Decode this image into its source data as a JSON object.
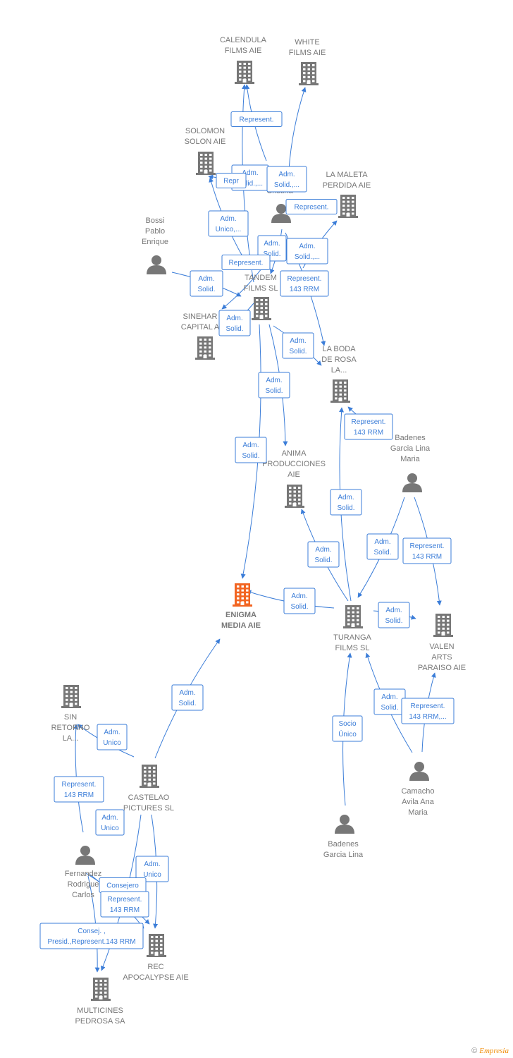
{
  "colors": {
    "edge": "#3b7dd8",
    "node": "#777777",
    "focus": "#f26522"
  },
  "nodes": [
    {
      "id": "calendula",
      "type": "company",
      "label": [
        "CALENDULA",
        "FILMS  AIE"
      ],
      "icon": "building-icon"
    },
    {
      "id": "white",
      "type": "company",
      "label": [
        "WHITE",
        "FILMS AIE"
      ],
      "icon": "building-icon"
    },
    {
      "id": "solomon",
      "type": "company",
      "label": [
        "SOLOMON",
        "SOLON AIE"
      ],
      "icon": "building-icon"
    },
    {
      "id": "cristina",
      "type": "person",
      "label": [
        "Cristina"
      ],
      "icon": "person-icon"
    },
    {
      "id": "maleta",
      "type": "company",
      "label": [
        "LA MALETA",
        "PERDIDA AIE"
      ],
      "icon": "building-icon"
    },
    {
      "id": "bossi",
      "type": "person",
      "label": [
        "Bossi",
        "Pablo",
        "Enrique"
      ],
      "icon": "person-icon"
    },
    {
      "id": "tandem",
      "type": "company",
      "label": [
        "TANDEM",
        "FILMS  SL"
      ],
      "icon": "building-icon"
    },
    {
      "id": "sinehar",
      "type": "company",
      "label": [
        "SINEHAR",
        "CAPITAL A"
      ],
      "icon": "building-icon"
    },
    {
      "id": "laboda",
      "type": "company",
      "label": [
        "LA BODA",
        "DE ROSA",
        "LA..."
      ],
      "icon": "building-icon"
    },
    {
      "id": "badenes_m",
      "type": "person",
      "label": [
        "Badenes",
        "Garcia Lina",
        "Maria"
      ],
      "icon": "person-icon"
    },
    {
      "id": "anima",
      "type": "company",
      "label": [
        "ANIMA",
        "PRODUCCIONES",
        "AIE"
      ],
      "icon": "building-icon"
    },
    {
      "id": "enigma",
      "type": "focus",
      "label": [
        "ENIGMA",
        "MEDIA  AIE"
      ],
      "icon": "building-icon"
    },
    {
      "id": "turanga",
      "type": "company",
      "label": [
        "TURANGA",
        "FILMS SL"
      ],
      "icon": "building-icon"
    },
    {
      "id": "valen",
      "type": "company",
      "label": [
        "VALEN",
        "ARTS",
        "PARAISO AIE"
      ],
      "icon": "building-icon"
    },
    {
      "id": "sinretorno",
      "type": "company",
      "label": [
        "SIN",
        "RETORNO",
        "LA..."
      ],
      "icon": "building-icon"
    },
    {
      "id": "castelao",
      "type": "company",
      "label": [
        "CASTELAO",
        "PICTURES  SL"
      ],
      "icon": "building-icon"
    },
    {
      "id": "camacho",
      "type": "person",
      "label": [
        "Camacho",
        "Avila Ana",
        "Maria"
      ],
      "icon": "person-icon"
    },
    {
      "id": "badenes_l",
      "type": "person",
      "label": [
        "Badenes",
        "Garcia Lina"
      ],
      "icon": "person-icon"
    },
    {
      "id": "fernandez",
      "type": "person",
      "label": [
        "Fernandez",
        "Rodrigue",
        "Carlos"
      ],
      "icon": "person-icon"
    },
    {
      "id": "rec",
      "type": "company",
      "label": [
        "REC",
        "APOCALYPSE AIE"
      ],
      "icon": "building-icon"
    },
    {
      "id": "multicines",
      "type": "company",
      "label": [
        "MULTICINES",
        "PEDROSA SA"
      ],
      "icon": "building-icon"
    }
  ],
  "edges": [
    {
      "from": "cristina",
      "to": "calendula",
      "label": [
        "Represent."
      ]
    },
    {
      "from": "tandem",
      "to": "calendula",
      "label": [
        "Adm.",
        "Solid.,..."
      ]
    },
    {
      "from": "cristina",
      "to": "white",
      "label": [
        "Adm.",
        "Solid.,..."
      ]
    },
    {
      "from": "cristina",
      "to": "solomon",
      "label": [
        "Repr"
      ]
    },
    {
      "from": "tandem",
      "to": "solomon",
      "label": [
        "Adm.",
        "Unico,..."
      ]
    },
    {
      "from": "cristina",
      "to": "maleta",
      "label": [
        "Represent."
      ]
    },
    {
      "from": "tandem",
      "to": "maleta",
      "label": [
        "Adm.",
        "Solid.,..."
      ]
    },
    {
      "from": "cristina",
      "to": "tandem",
      "label": [
        "Adm.",
        "Solid."
      ]
    },
    {
      "from": "cristina",
      "to": "sinehar",
      "label": [
        "Represent."
      ]
    },
    {
      "from": "cristina",
      "to": "laboda",
      "label": [
        "Represent.",
        "143 RRM"
      ]
    },
    {
      "from": "bossi",
      "to": "tandem",
      "label": [
        "Adm.",
        "Solid."
      ]
    },
    {
      "from": "tandem",
      "to": "sinehar",
      "label": [
        "Adm.",
        "Solid."
      ]
    },
    {
      "from": "tandem",
      "to": "laboda",
      "label": [
        "Adm.",
        "Solid."
      ]
    },
    {
      "from": "tandem",
      "to": "anima",
      "label": [
        "Adm.",
        "Solid."
      ]
    },
    {
      "from": "tandem",
      "to": "enigma",
      "label": [
        "Adm.",
        "Solid."
      ]
    },
    {
      "from": "badenes_m",
      "to": "laboda",
      "label": [
        "Represent.",
        "143 RRM"
      ]
    },
    {
      "from": "turanga",
      "to": "laboda",
      "label": [
        "Adm.",
        "Solid."
      ]
    },
    {
      "from": "turanga",
      "to": "anima",
      "label": [
        "Adm.",
        "Solid."
      ]
    },
    {
      "from": "badenes_m",
      "to": "turanga",
      "label": [
        "Adm.",
        "Solid."
      ]
    },
    {
      "from": "badenes_m",
      "to": "valen",
      "label": [
        "Represent.",
        "143 RRM"
      ]
    },
    {
      "from": "turanga",
      "to": "enigma",
      "label": [
        "Adm.",
        "Solid."
      ]
    },
    {
      "from": "turanga",
      "to": "valen",
      "label": [
        "Adm.",
        "Solid."
      ]
    },
    {
      "from": "castelao",
      "to": "enigma",
      "label": [
        "Adm.",
        "Solid."
      ]
    },
    {
      "from": "camacho",
      "to": "turanga",
      "label": [
        "Adm.",
        "Solid."
      ]
    },
    {
      "from": "camacho",
      "to": "valen",
      "label": [
        "Represent.",
        "143 RRM,..."
      ]
    },
    {
      "from": "badenes_l",
      "to": "turanga",
      "label": [
        "Socio",
        "Único"
      ]
    },
    {
      "from": "castelao",
      "to": "sinretorno",
      "label": [
        "Adm.",
        "Unico"
      ]
    },
    {
      "from": "fernandez",
      "to": "sinretorno",
      "label": [
        "Represent.",
        "143 RRM"
      ]
    },
    {
      "from": "castelao",
      "to": "multicines",
      "label": [
        "Adm.",
        "Unico"
      ]
    },
    {
      "from": "castelao",
      "to": "rec",
      "label": [
        "Adm.",
        "Unico"
      ]
    },
    {
      "from": "fernandez",
      "to": "rec",
      "label": [
        "Consejero"
      ]
    },
    {
      "from": "fernandez",
      "to": "rec",
      "label": [
        "Represent.",
        "143 RRM"
      ]
    },
    {
      "from": "fernandez",
      "to": "multicines",
      "label": [
        "Consej. ,",
        "Presid.,Represent.143 RRM"
      ]
    }
  ],
  "watermark": {
    "copyright": "©",
    "brand": "Empresia"
  }
}
